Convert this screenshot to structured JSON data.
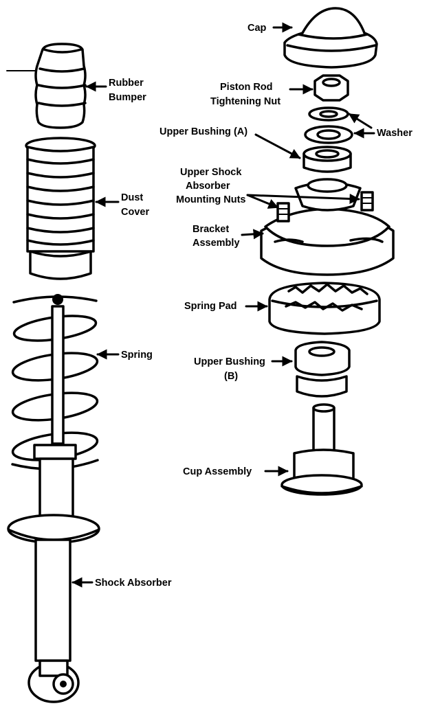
{
  "labels": {
    "cap": "Cap",
    "rubber_bumper_1": "Rubber",
    "rubber_bumper_2": "Bumper",
    "piston_rod_nut_1": "Piston Rod",
    "piston_rod_nut_2": "Tightening Nut",
    "washer": "Washer",
    "upper_bushing_a": "Upper Bushing (A)",
    "dust_cover_1": "Dust",
    "dust_cover_2": "Cover",
    "mounting_nuts_1": "Upper Shock",
    "mounting_nuts_2": "Absorber",
    "mounting_nuts_3": "Mounting Nuts",
    "bracket_1": "Bracket",
    "bracket_2": "Assembly",
    "spring_pad": "Spring Pad",
    "spring": "Spring",
    "upper_bushing_b_1": "Upper Bushing",
    "upper_bushing_b_2": "(B)",
    "cup_assembly": "Cup Assembly",
    "shock_absorber": "Shock Absorber"
  }
}
